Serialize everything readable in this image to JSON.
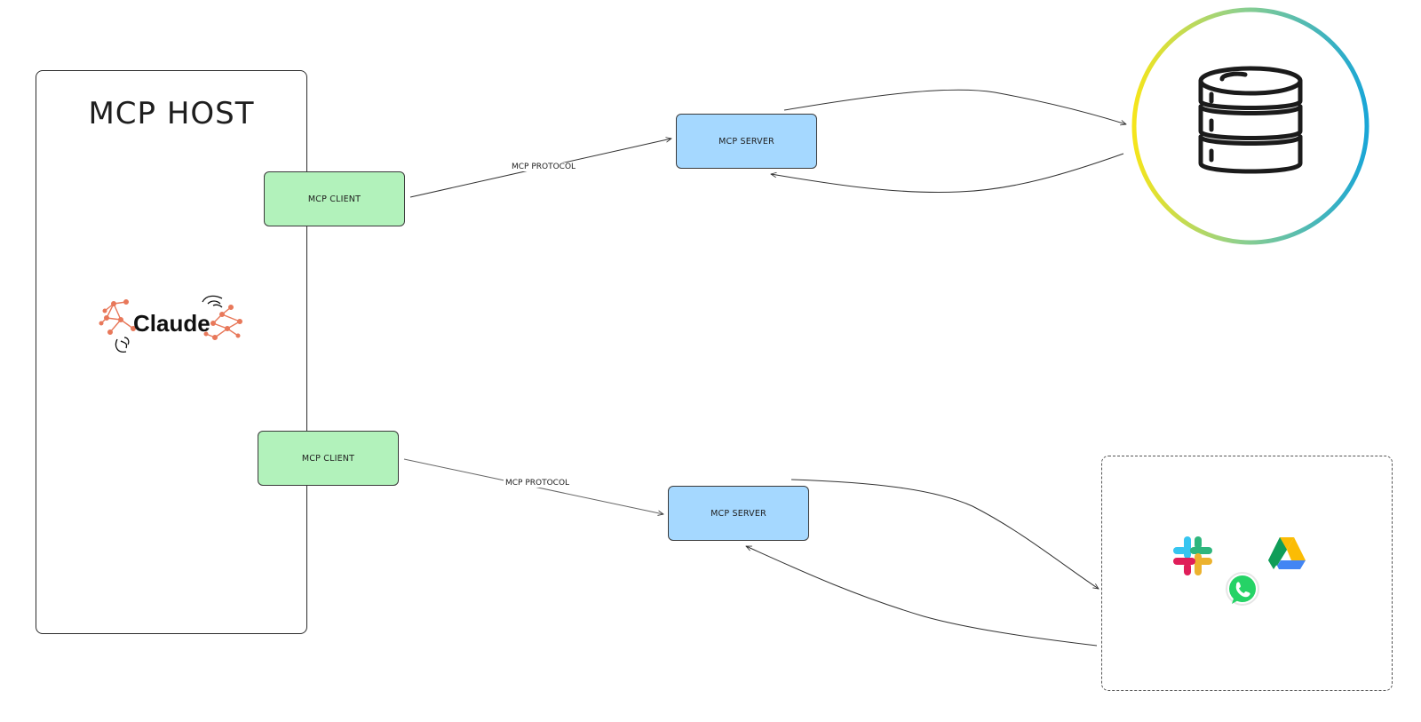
{
  "host": {
    "title": "MCP HOST",
    "logo_text": "Claude"
  },
  "clients": [
    {
      "label": "MCP CLIENT"
    },
    {
      "label": "MCP CLIENT"
    }
  ],
  "servers": [
    {
      "label": "MCP SERVER"
    },
    {
      "label": "MCP SERVER"
    }
  ],
  "connections": [
    {
      "label": "MCP PROTOCOL"
    },
    {
      "label": "MCP PROTOCOL"
    }
  ],
  "resources": {
    "database_icon": "database-icon",
    "apps": [
      "slack-icon",
      "google-drive-icon",
      "whatsapp-icon"
    ]
  },
  "colors": {
    "client_fill": "#b2f2bb",
    "server_fill": "#a5d8ff",
    "ring_gradient": [
      "#f5e51b",
      "#7dc99a",
      "#1aa6d6"
    ],
    "claude_accent": "#e8785a"
  }
}
